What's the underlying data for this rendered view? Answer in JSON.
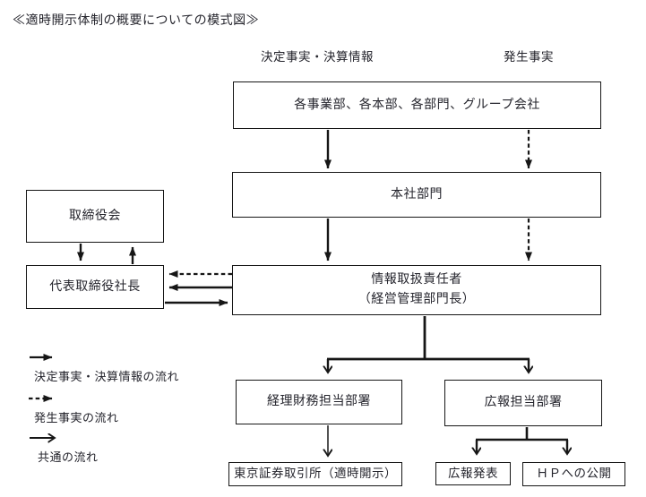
{
  "title": "≪適時開示体制の概要についての模式図≫",
  "column_labels": {
    "decided_facts": "決定事実・決算情報",
    "occurred_facts": "発生事実"
  },
  "boxes": {
    "departments": "各事業部、各本部、各部門、グループ会社",
    "head_office": "本社部門",
    "info_manager": {
      "line1": "情報取扱責任者",
      "line2": "（経営管理部門長）"
    },
    "board": "取締役会",
    "president": "代表取締役社長",
    "finance_dept": "経理財務担当部署",
    "pr_dept": "広報担当部署",
    "tse": "東京証券取引所（適時開示）",
    "pr_release": "広報発表",
    "hp_publish": "ＨＰへの公開"
  },
  "legend": {
    "decided": {
      "style": "solid-arrow",
      "label": "決定事実・決算情報の流れ"
    },
    "occurred": {
      "style": "dashed-arrow",
      "label": "発生事実の流れ"
    },
    "common": {
      "style": "open-arrow",
      "label": "共通の流れ"
    }
  },
  "colors": {
    "line": "#161616",
    "text": "#24242c",
    "background": "#ffffff"
  }
}
